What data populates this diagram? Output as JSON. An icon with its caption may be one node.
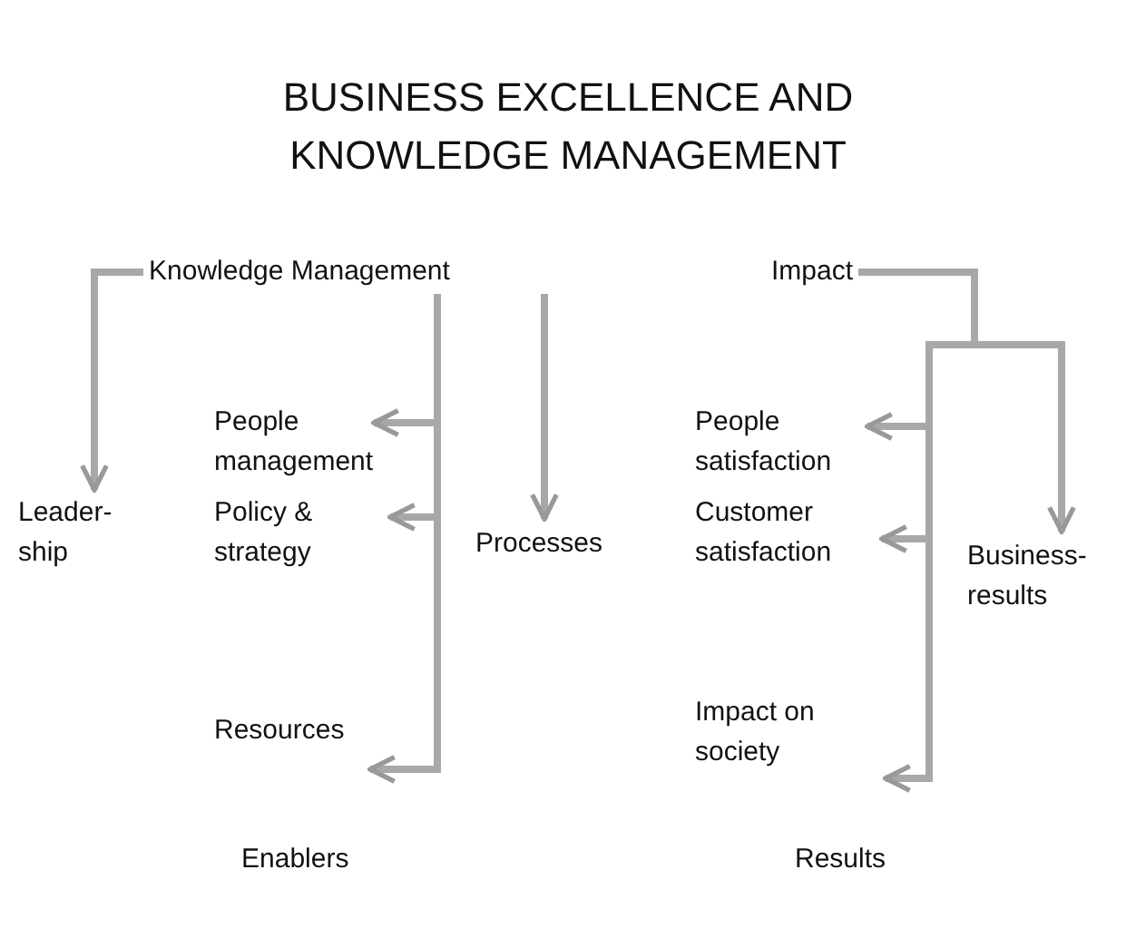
{
  "diagram": {
    "title": "BUSINESS EXCELLENCE AND KNOWLEDGE MANAGEMENT",
    "nodes": [
      {
        "text": [
          "Knowledge Management"
        ]
      },
      {
        "text": [
          "People management"
        ]
      },
      {
        "text": [
          "Leader- ship"
        ]
      },
      {
        "text": [
          "Policy & strategy"
        ]
      },
      {
        "text": [
          "Processes"
        ]
      },
      {
        "text": [
          "Resources"
        ]
      },
      {
        "text": [
          "Impact"
        ]
      },
      {
        "text": [
          "People satisfaction"
        ]
      },
      {
        "text": [
          "Customer satisfaction"
        ]
      },
      {
        "text": [
          "Business- results"
        ]
      },
      {
        "text": [
          "Impact on society"
        ]
      }
    ],
    "edges": [
      {
        "from": 0,
        "to": 2,
        "arrow": "to"
      },
      {
        "from": 0,
        "to": 1,
        "arrow": "to"
      },
      {
        "from": 0,
        "to": 3,
        "arrow": "to"
      },
      {
        "from": 0,
        "to": 5,
        "arrow": "to"
      },
      {
        "from": 0,
        "to": 4,
        "arrow": "to"
      },
      {
        "from": 6,
        "to": 7,
        "arrow": "to"
      },
      {
        "from": 6,
        "to": 8,
        "arrow": "to"
      },
      {
        "from": 6,
        "to": 10,
        "arrow": "to"
      },
      {
        "from": 6,
        "to": 9,
        "arrow": "to"
      }
    ],
    "labels": [
      "Enablers",
      "Results"
    ]
  }
}
